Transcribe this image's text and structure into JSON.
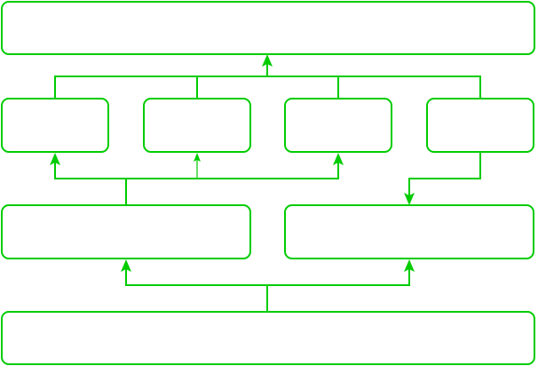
{
  "diagram": {
    "stroke_color": "#00cc00",
    "background": "#ffffff",
    "nodes": [
      {
        "id": "top",
        "label": ""
      },
      {
        "id": "mid1",
        "label": ""
      },
      {
        "id": "mid2",
        "label": ""
      },
      {
        "id": "mid3",
        "label": ""
      },
      {
        "id": "mid4",
        "label": ""
      },
      {
        "id": "low-left",
        "label": ""
      },
      {
        "id": "low-right",
        "label": ""
      },
      {
        "id": "bottom",
        "label": ""
      }
    ],
    "edges": [
      {
        "from": "mid1",
        "to": "top"
      },
      {
        "from": "mid2",
        "to": "top"
      },
      {
        "from": "mid3",
        "to": "top"
      },
      {
        "from": "mid4",
        "to": "top"
      },
      {
        "from": "low-left",
        "to": "mid1"
      },
      {
        "from": "low-left",
        "to": "mid2"
      },
      {
        "from": "low-left",
        "to": "mid3"
      },
      {
        "from": "mid4",
        "to": "low-right"
      },
      {
        "from": "bottom",
        "to": "low-left"
      },
      {
        "from": "bottom",
        "to": "low-right"
      }
    ]
  }
}
